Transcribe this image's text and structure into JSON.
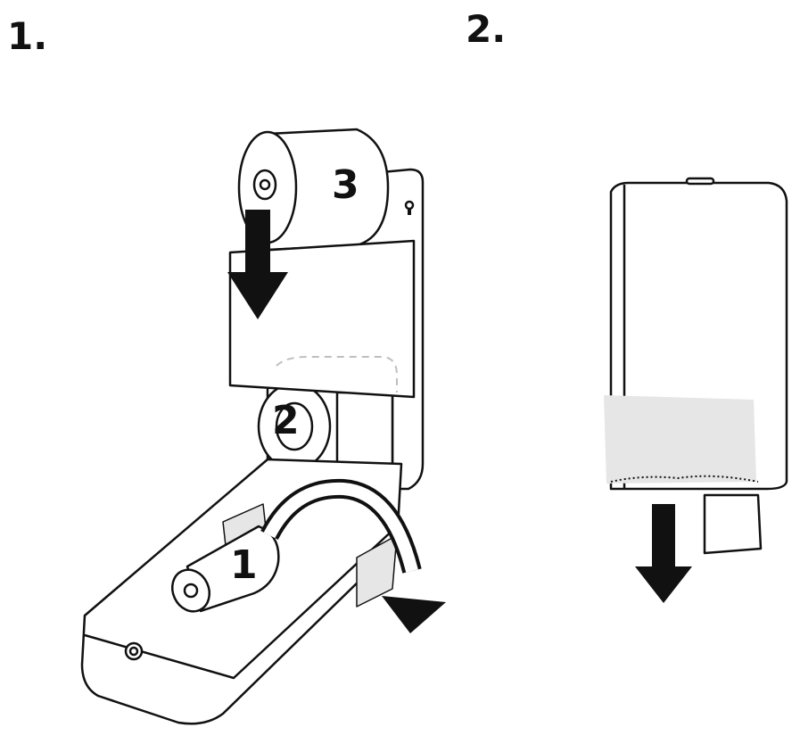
{
  "steps": [
    {
      "number": "1."
    },
    {
      "number": "2."
    }
  ],
  "callouts": [
    "1",
    "2",
    "3"
  ],
  "icons": {
    "down_arrow": "down-arrow-icon",
    "rotate_arrow": "curved-close-arrow-icon",
    "dispense_arrow": "dispense-down-arrow-icon"
  },
  "colors": {
    "line": "#111111",
    "fill": "#ffffff",
    "shade": "#e6e6e6",
    "dash": "#bfbfbf"
  }
}
